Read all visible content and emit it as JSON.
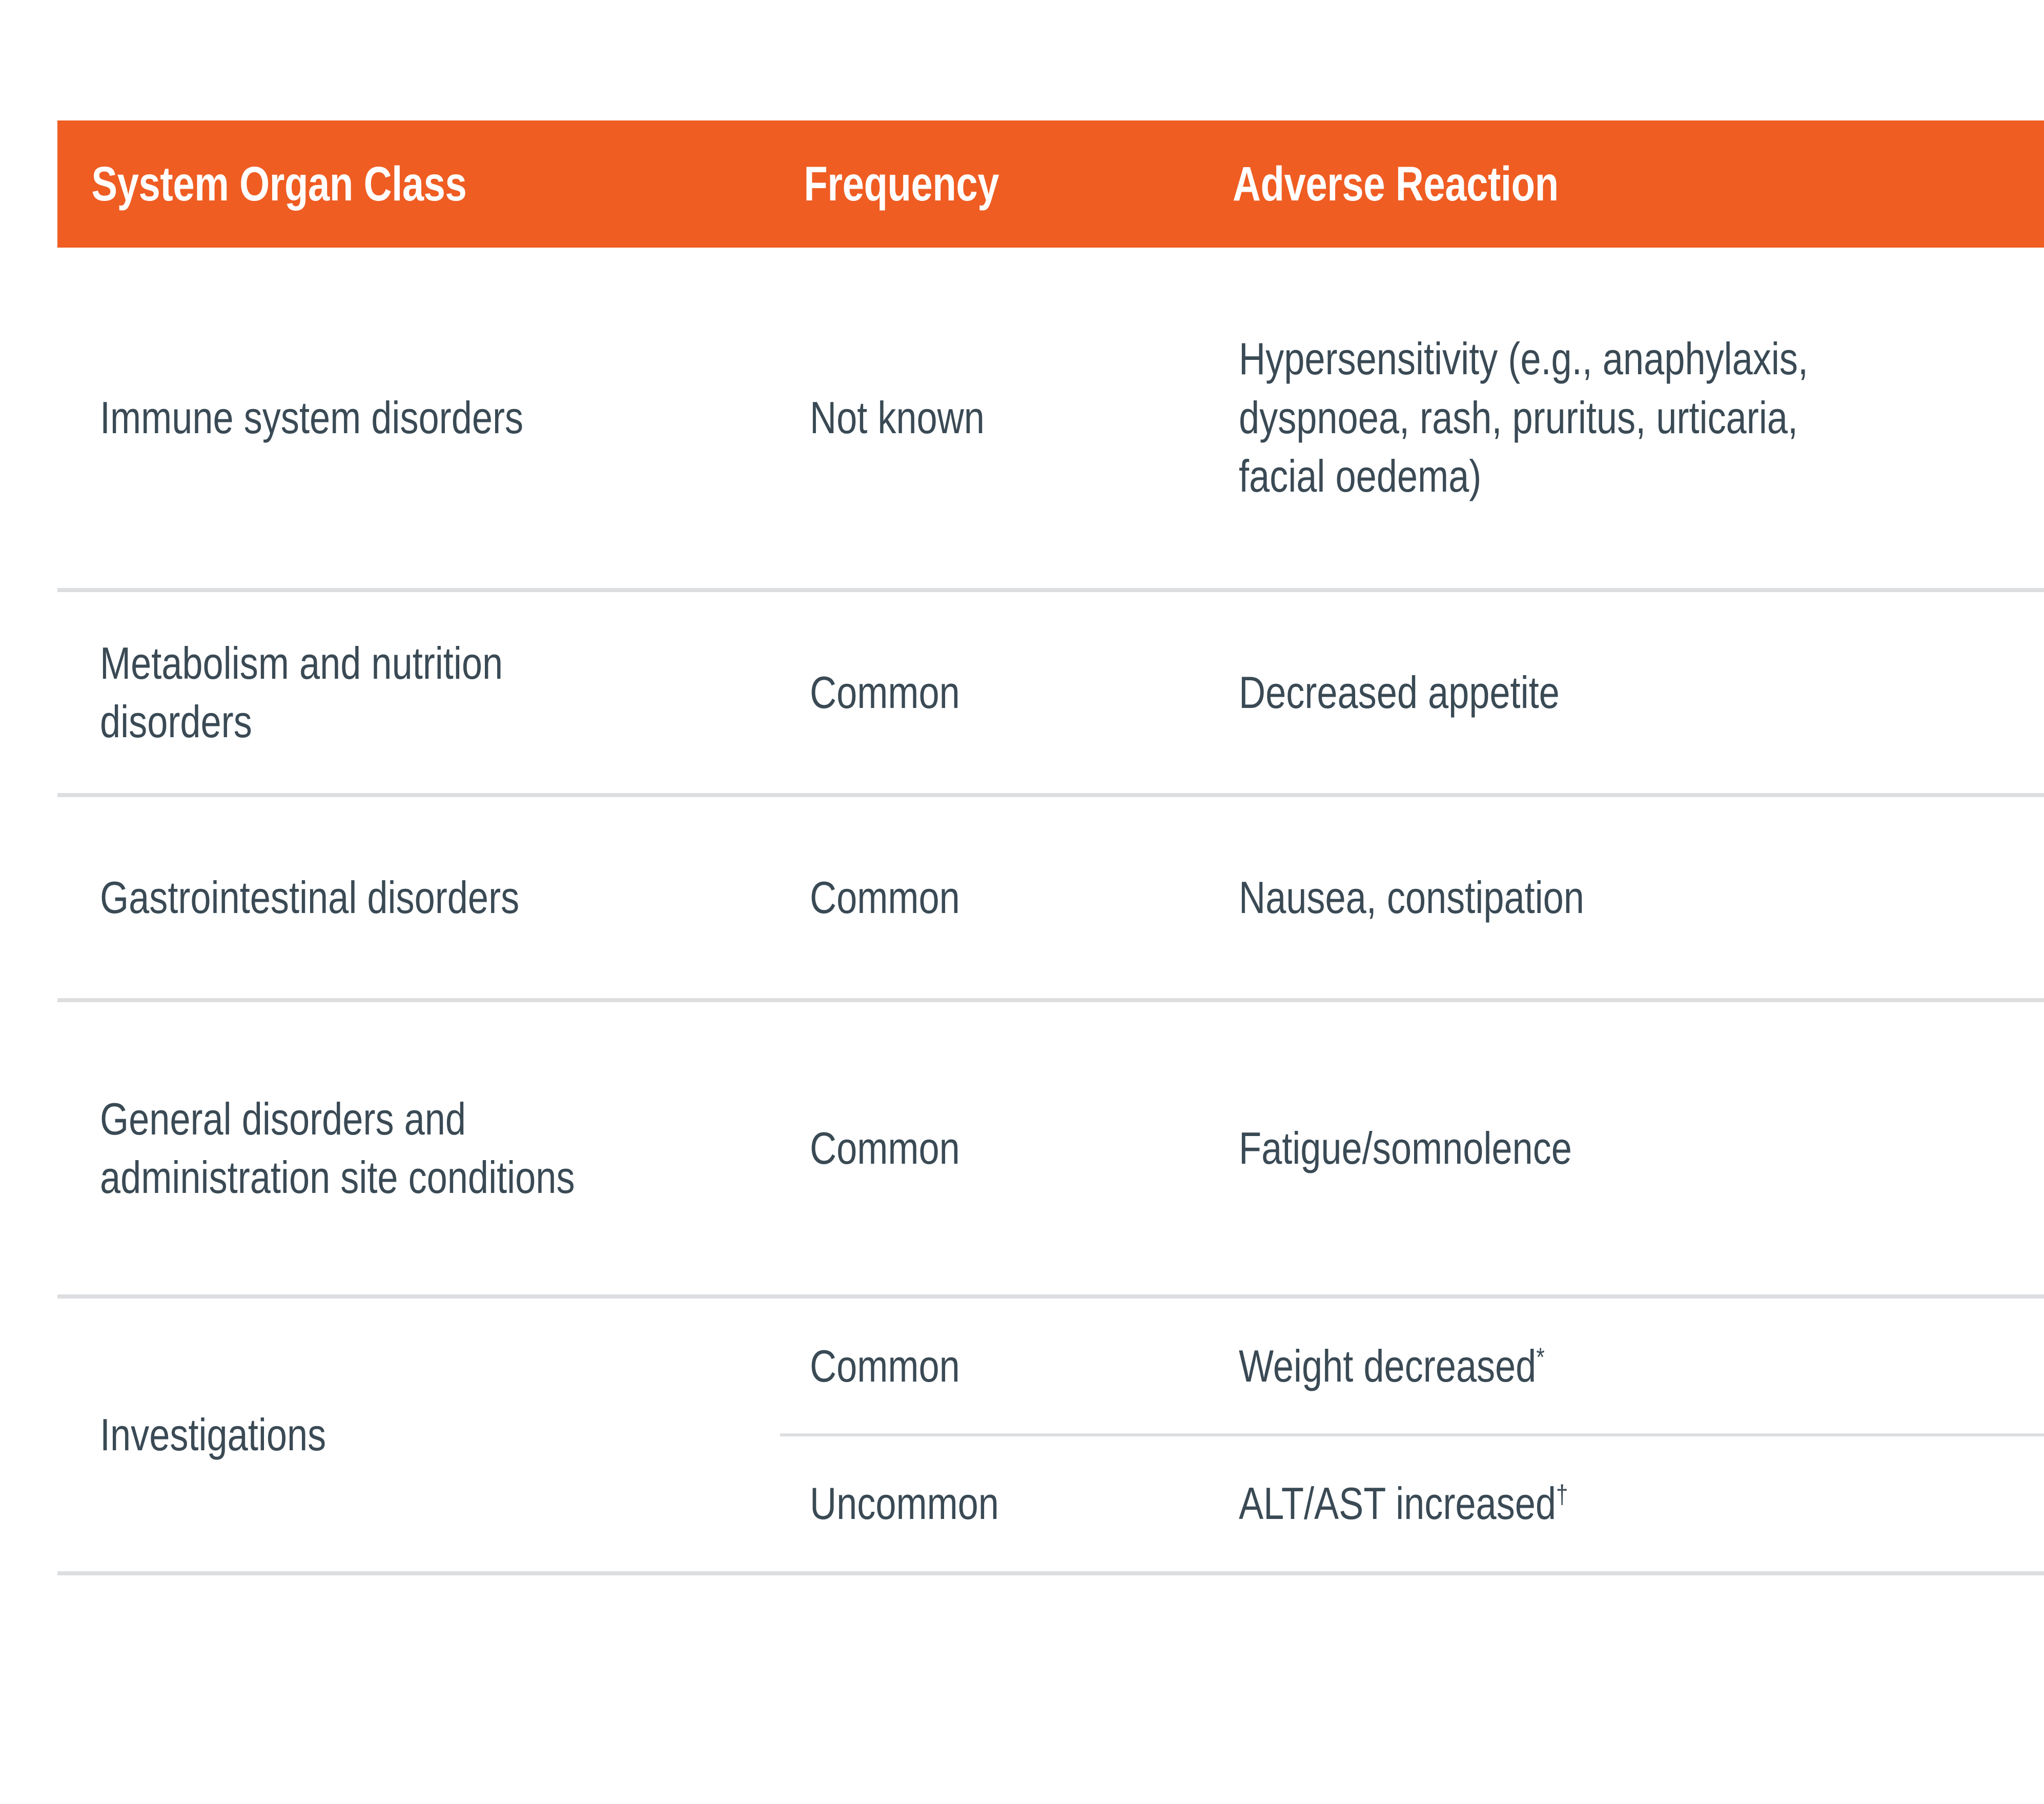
{
  "table": {
    "header": {
      "background_color": "#EF5D23",
      "text_color": "#FFFFFF",
      "columns": [
        "System Organ Class",
        "Frequency",
        "Adverse Reaction"
      ],
      "col_system_organ_class": "System Organ Class",
      "col_frequency": "Frequency",
      "col_adverse_reaction": "Adverse Reaction"
    },
    "body_text_color": "#3A4A55",
    "divider_color": "#DCDEE0",
    "rows": [
      {
        "system_organ_class": "Immune system disorders",
        "frequency": "Not known",
        "adverse_reaction": "Hypersensitivity (e.g., anaphylaxis, dyspnoea, rash, pruritus, urticaria, facial oedema)"
      },
      {
        "system_organ_class": "Metabolism and nutrition disorders",
        "frequency": "Common",
        "adverse_reaction": "Decreased appetite"
      },
      {
        "system_organ_class": "Gastrointestinal disorders",
        "frequency": "Common",
        "adverse_reaction": "Nausea, constipation"
      },
      {
        "system_organ_class": "General disorders and administration site conditions",
        "frequency": "Common",
        "adverse_reaction": "Fatigue/somnolence"
      },
      {
        "system_organ_class": "Investigations",
        "sub_rows": [
          {
            "frequency": "Common",
            "adverse_reaction": "Weight decreased",
            "footnote_marker": "*"
          },
          {
            "frequency": "Uncommon",
            "adverse_reaction": "ALT/AST increased",
            "footnote_marker": "†"
          }
        ]
      }
    ]
  }
}
